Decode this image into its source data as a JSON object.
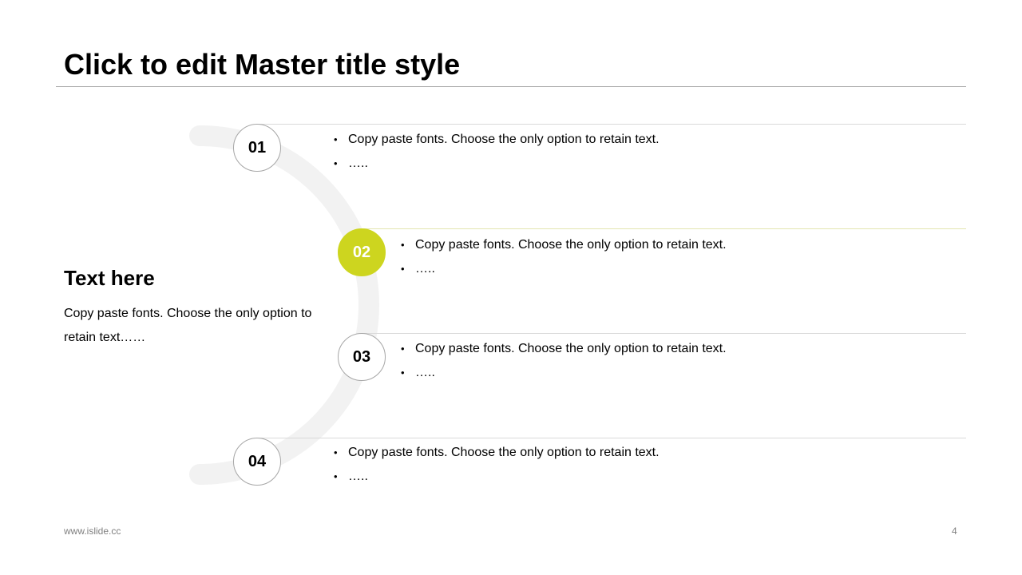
{
  "title": "Click to edit Master title style",
  "left": {
    "heading": "Text here",
    "body": "Copy paste fonts. Choose the only option to retain text……"
  },
  "accent": "#cdd51f",
  "steps": [
    {
      "num": "01",
      "bullets": [
        "Copy paste fonts. Choose the only option to retain text.",
        "….."
      ]
    },
    {
      "num": "02",
      "bullets": [
        "Copy paste fonts. Choose the only option to retain text.",
        "….."
      ]
    },
    {
      "num": "03",
      "bullets": [
        "Copy paste fonts. Choose the only option to retain text.",
        "….."
      ]
    },
    {
      "num": "04",
      "bullets": [
        "Copy paste fonts. Choose the only option to retain text.",
        "….."
      ]
    }
  ],
  "footer": {
    "url": "www.islide.cc",
    "page": "4"
  }
}
